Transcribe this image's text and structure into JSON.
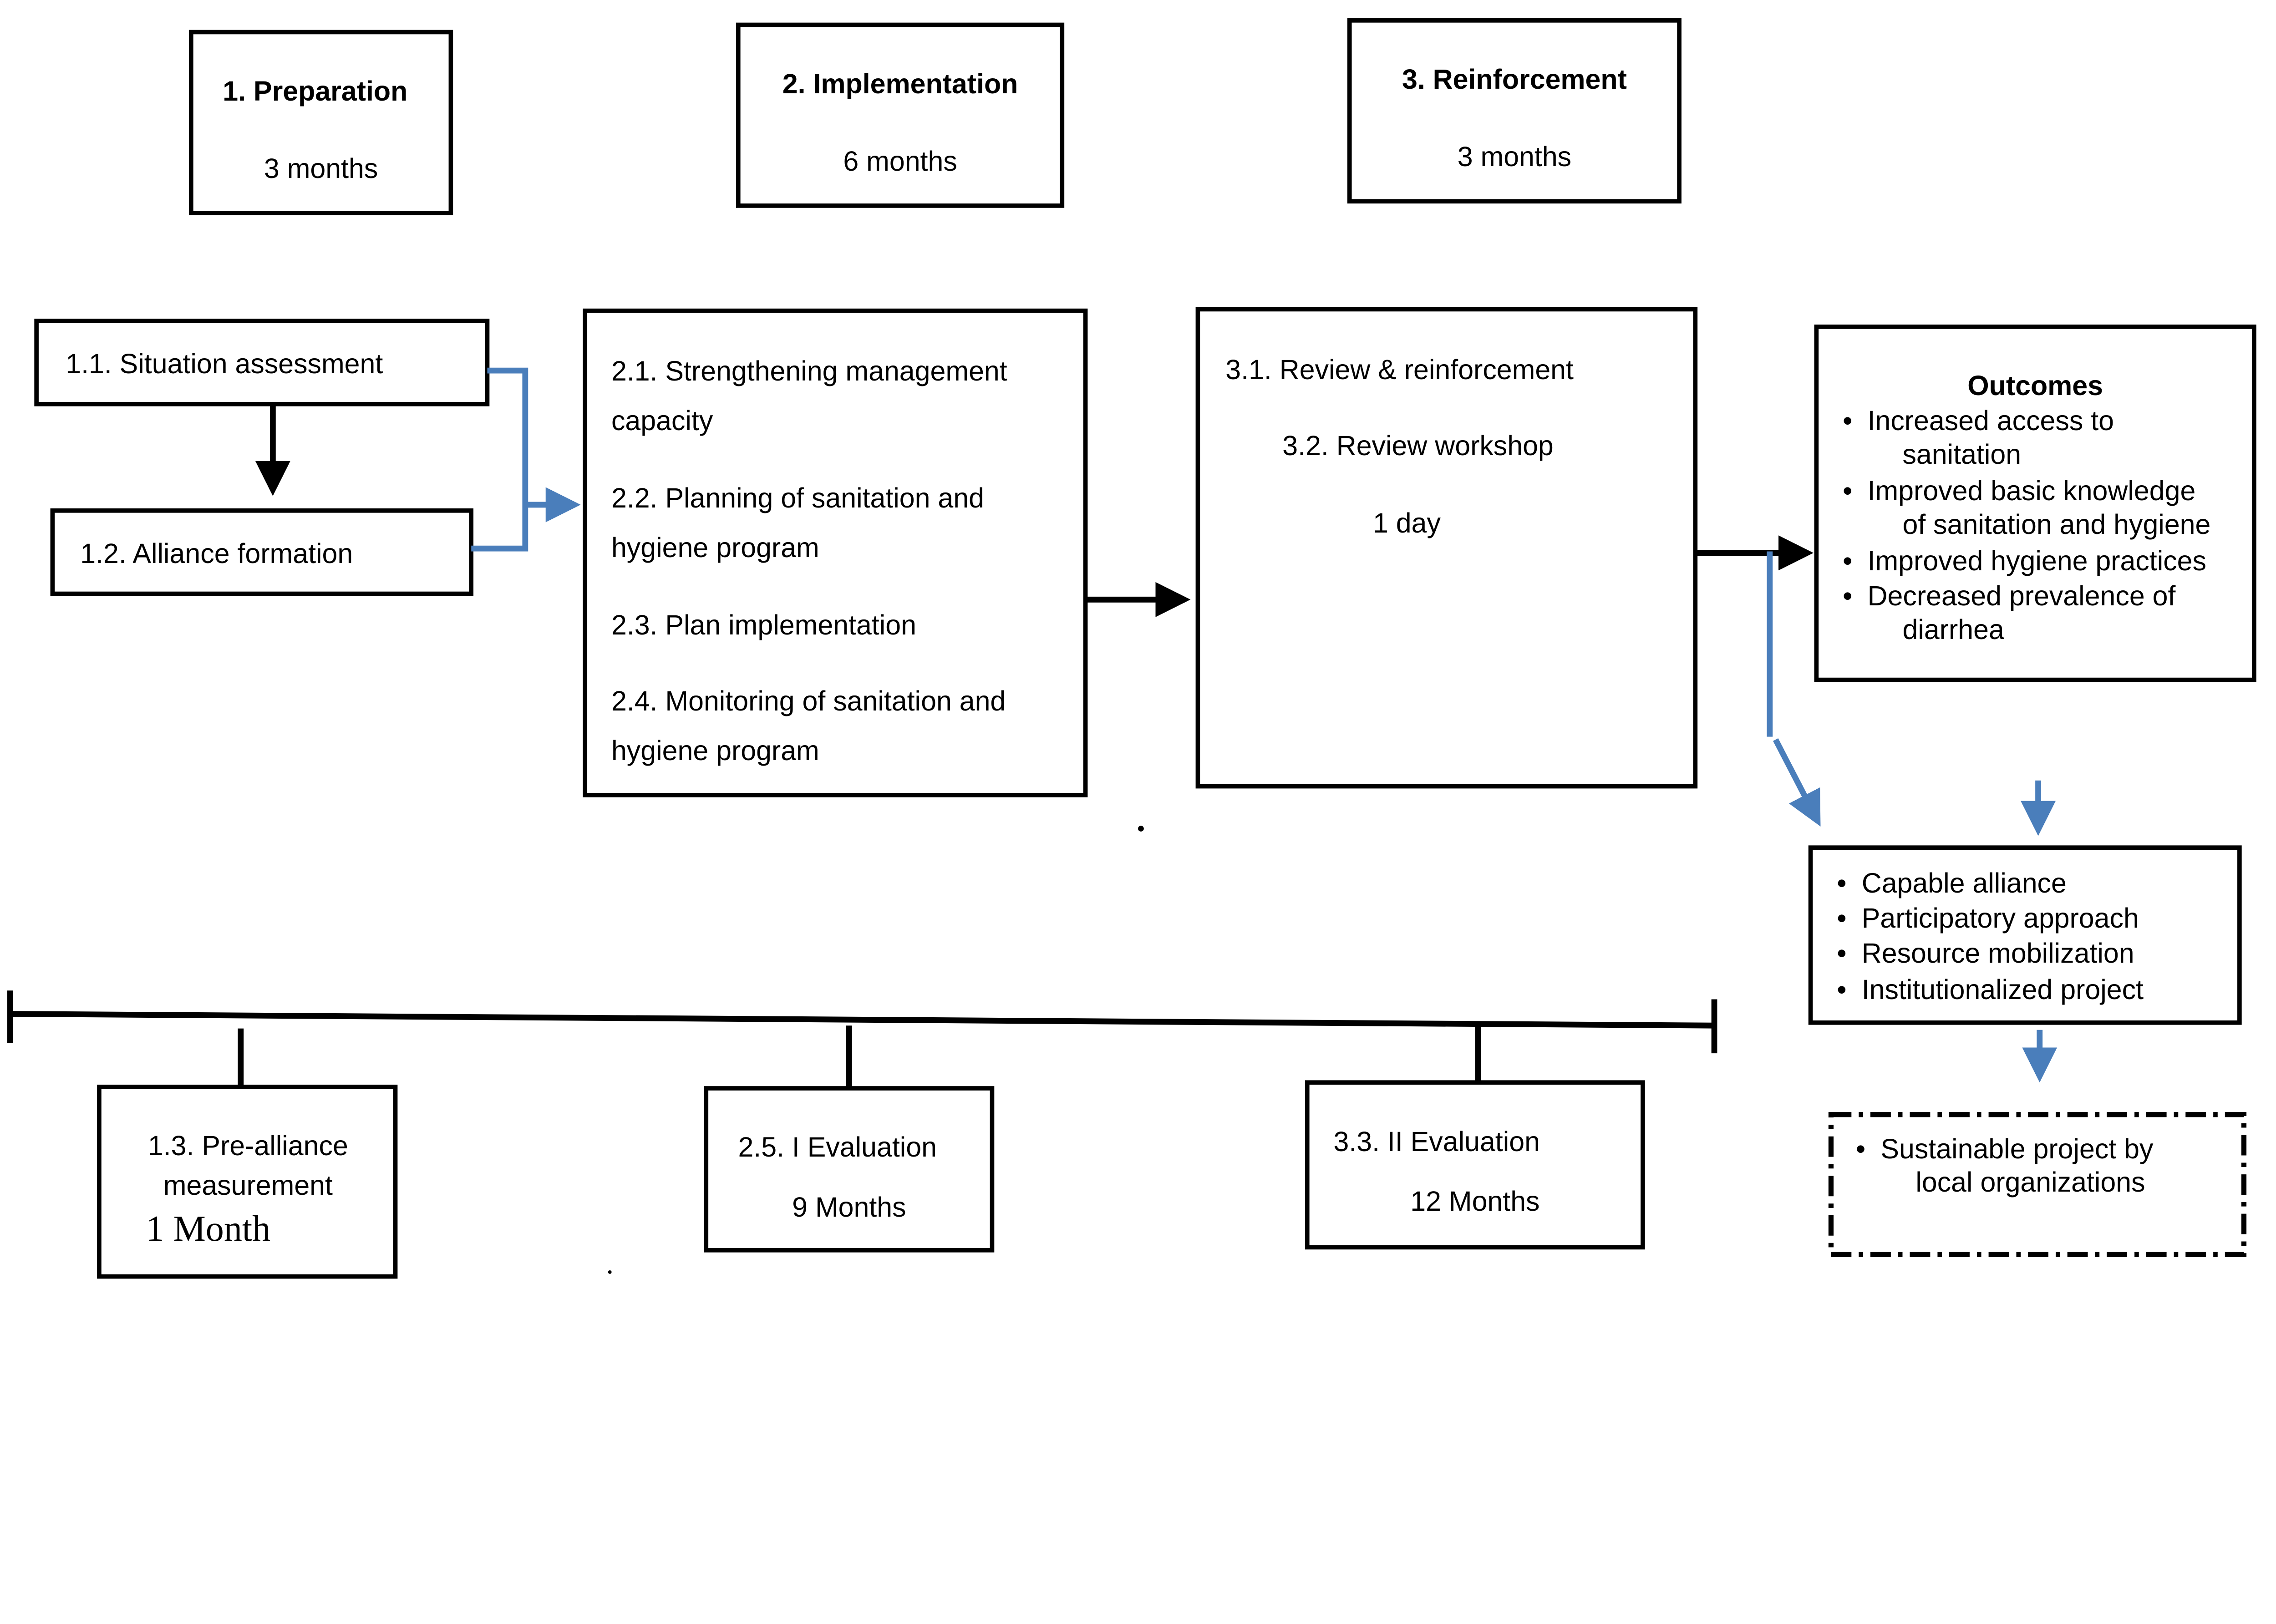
{
  "colors": {
    "connector_blue": "#4a7ebb",
    "line_black": "#000000"
  },
  "phases": [
    {
      "title": "1. Preparation",
      "duration": "3 months"
    },
    {
      "title": "2. Implementation",
      "duration": "6 months"
    },
    {
      "title": "3. Reinforcement",
      "duration": "3 months"
    }
  ],
  "preparation": {
    "step1": "1.1. Situation assessment",
    "step2": "1.2. Alliance formation"
  },
  "implementation": {
    "lines": [
      "2.1. Strengthening management",
      "capacity",
      "2.2.  Planning  of  sanitation  and",
      "hygiene program",
      "2.3. Plan implementation",
      "2.4.  Monitoring  of  sanitation  and",
      "hygiene program"
    ]
  },
  "reinforcement": {
    "step1": "3.1. Review & reinforcement",
    "step2": "3.2. Review workshop",
    "duration": "1 day"
  },
  "outcomes": {
    "title": "Outcomes",
    "lines": [
      "Increased access to",
      "sanitation",
      "Improved  basic  knowledge",
      "of sanitation and hygiene",
      "Improved hygiene practices",
      "Decreased prevalence of",
      "diarrhea"
    ]
  },
  "sustainability_factors": [
    "Capable alliance",
    "Participatory approach",
    "Resource mobilization",
    "Institutionalized project"
  ],
  "final_outcome": [
    "Sustainable project by",
    "local organizations"
  ],
  "bullet": "•",
  "evaluations": [
    {
      "lines": [
        "1.3. Pre-alliance",
        "measurement"
      ],
      "duration": "1 Month"
    },
    {
      "title": "2.5. I Evaluation",
      "duration": "9 Months"
    },
    {
      "title": "3.3. II Evaluation",
      "duration": "12 Months"
    }
  ]
}
